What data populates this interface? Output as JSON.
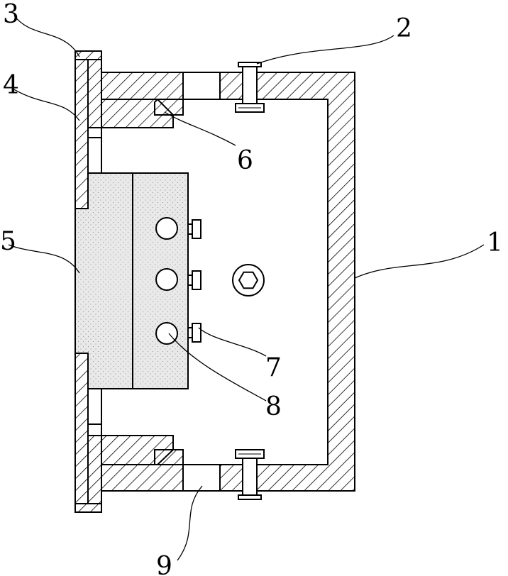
{
  "figure": {
    "labels": {
      "housing": "1",
      "top_bolt": "2",
      "cover_plate": "3",
      "plate_strip": "4",
      "filter_block": "5",
      "upper_lip": "6",
      "side_tab": "7",
      "round_hole": "8",
      "bottom_opening": "9"
    }
  }
}
